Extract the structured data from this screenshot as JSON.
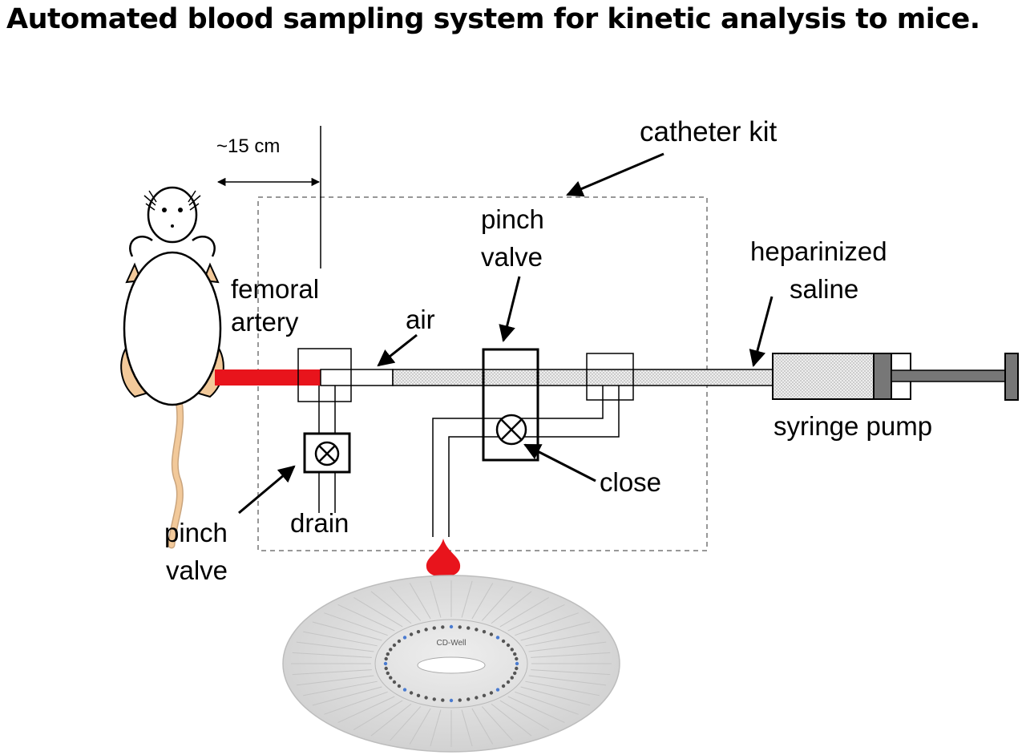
{
  "title": "Automated blood sampling system for kinetic analysis to mice.",
  "labels": {
    "distance": "~15 cm",
    "catheter_kit": "catheter kit",
    "pinch_valve_top_1": "pinch",
    "pinch_valve_top_2": "valve",
    "heparinized_1": "heparinized",
    "heparinized_2": "saline",
    "femoral_1": "femoral",
    "femoral_2": "artery",
    "air": "air",
    "syringe_pump": "syringe pump",
    "close": "close",
    "drain": "drain",
    "pinch_valve_bottom_1": "pinch",
    "pinch_valve_bottom_2": "valve"
  },
  "disk": {
    "brand": "CD-Well"
  },
  "colors": {
    "blood": "#e8141c",
    "mouse_fill": "#ffffff",
    "mouse_ears_tail": "#f2c99a",
    "saline_fill": "#dcdcdc",
    "disk": "#d8d8d8",
    "plunger": "#777777"
  }
}
